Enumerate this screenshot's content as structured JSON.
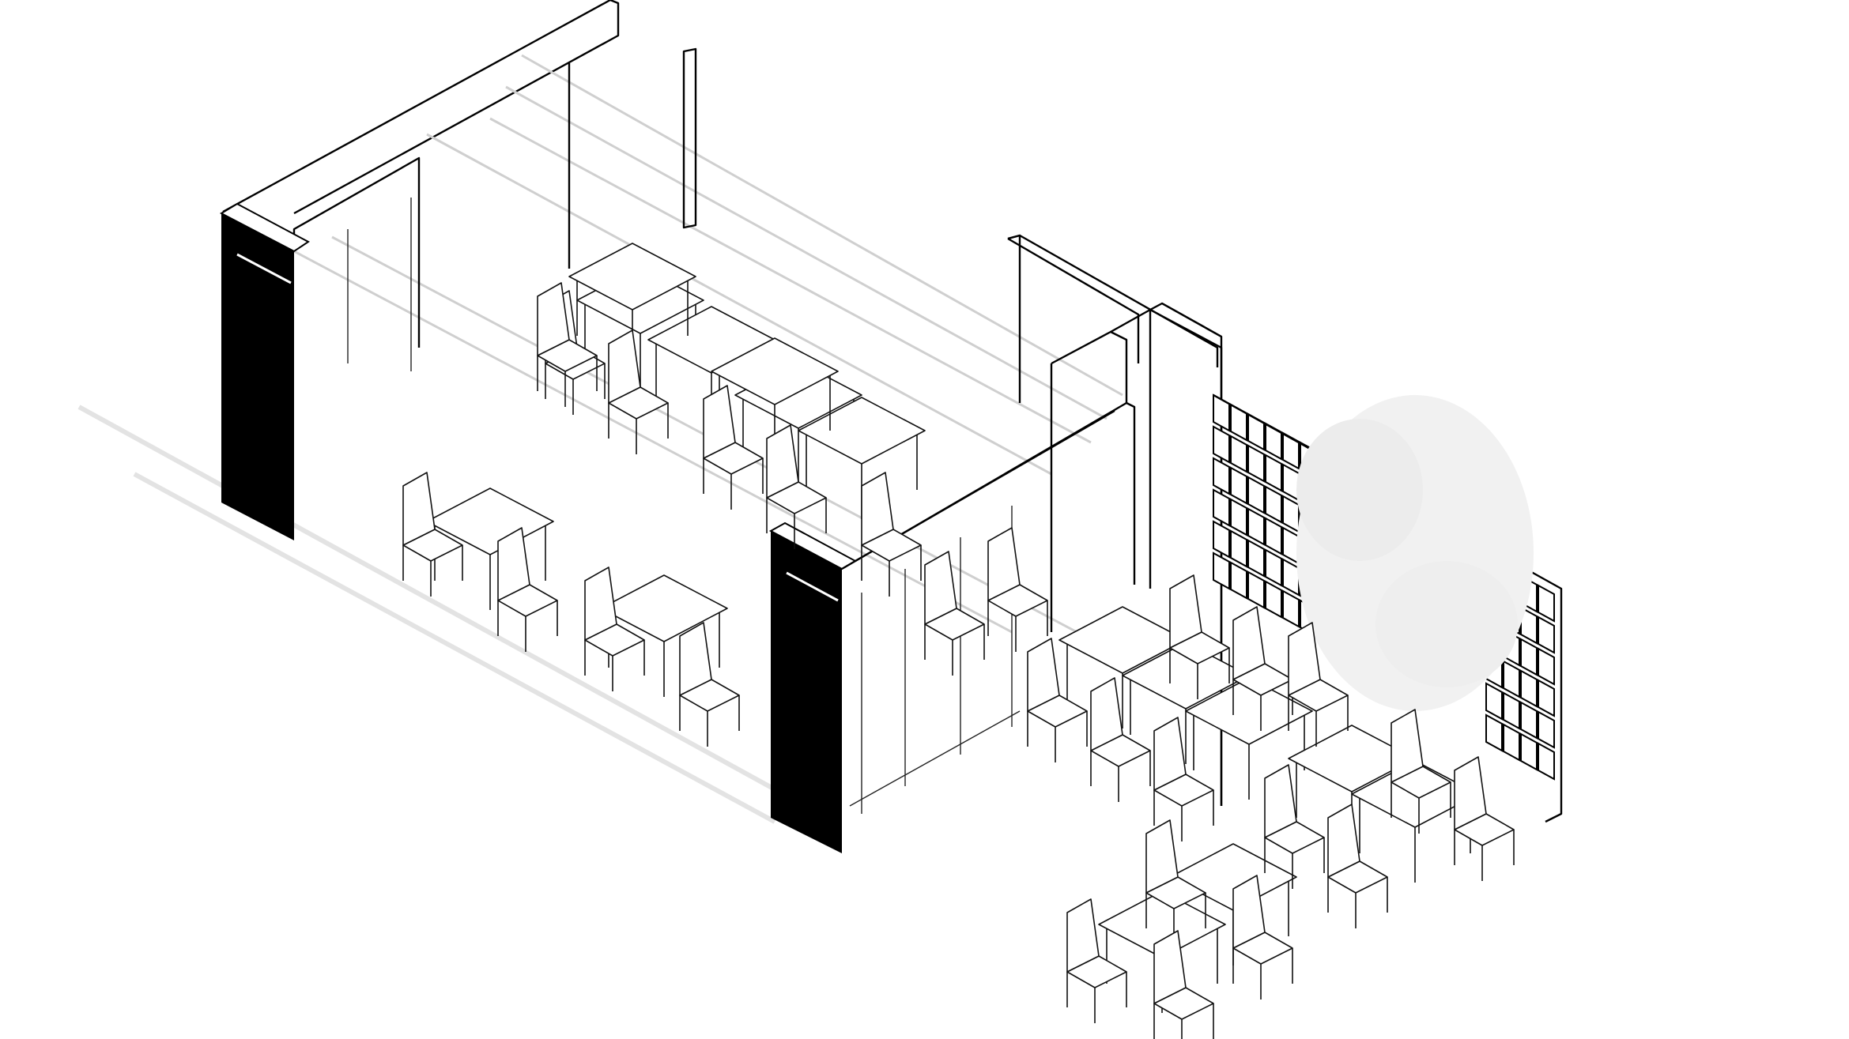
{
  "colors": {
    "line": "#000000",
    "pillar": "#000000",
    "ghost": "#cfcfcf",
    "background": "#ffffff",
    "tree": "#e8e8e8"
  },
  "drawing": {
    "tables": 15,
    "chairs": 26,
    "screen_grid": {
      "rows": 6,
      "cols": 6
    }
  }
}
